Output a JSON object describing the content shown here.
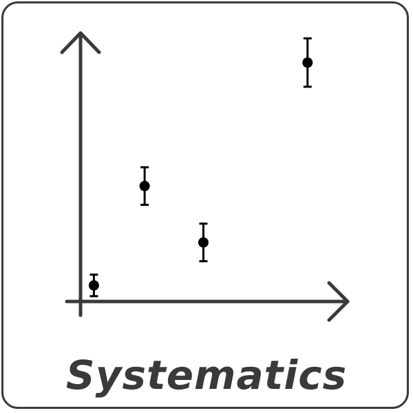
{
  "caption": "Systematics",
  "colors": {
    "stroke": "#3a3a3a",
    "points": "#000000",
    "background": "#ffffff"
  },
  "icon": "systematics-scatter-errorbar-icon",
  "chart_data": {
    "type": "scatter",
    "title": "",
    "xlabel": "",
    "ylabel": "",
    "xlim": [
      0,
      10
    ],
    "ylim": [
      0,
      10
    ],
    "grid": false,
    "axes_arrows": true,
    "series": [
      {
        "points": [
          {
            "x": 0.5,
            "y": 0.6,
            "err": 0.4
          },
          {
            "x": 2.4,
            "y": 4.3,
            "err": 0.7
          },
          {
            "x": 4.6,
            "y": 2.2,
            "err": 0.7
          },
          {
            "x": 8.5,
            "y": 8.9,
            "err": 0.9
          }
        ]
      }
    ]
  }
}
